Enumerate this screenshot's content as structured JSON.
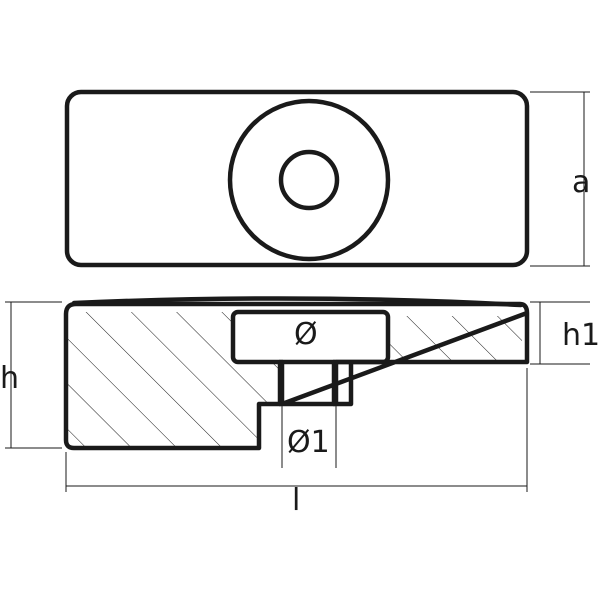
{
  "labels": {
    "width_a": "a",
    "height_h": "h",
    "height_h1": "h1",
    "length_l": "l",
    "diameter": "Ø",
    "diameter_1": "Ø1"
  },
  "colors": {
    "line": "#1a1a1a",
    "background": "#ffffff"
  }
}
